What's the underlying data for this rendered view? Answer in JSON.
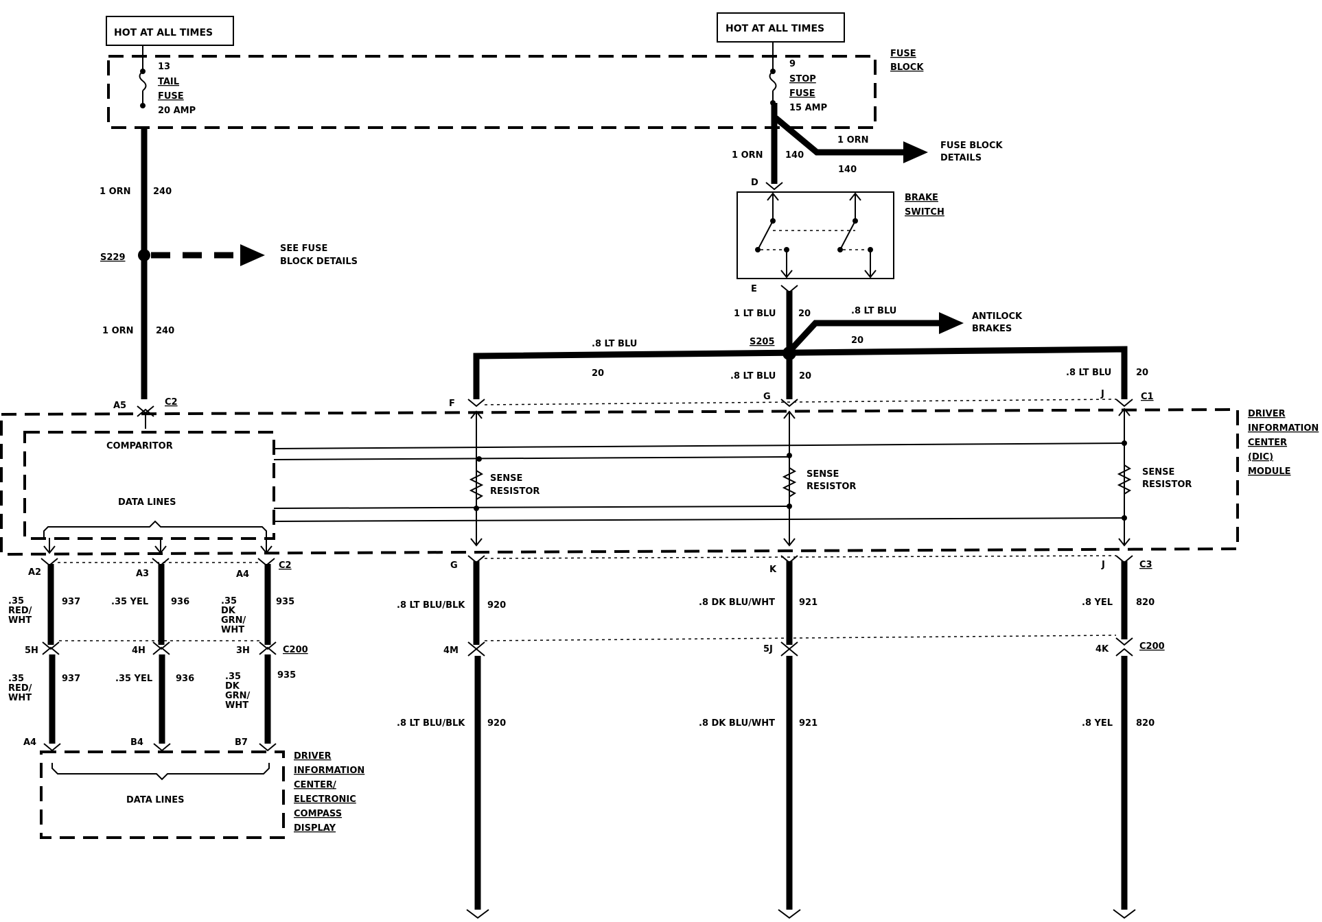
{
  "hot_left": "HOT AT ALL TIMES",
  "hot_right": "HOT AT ALL TIMES",
  "fuse_block": [
    "FUSE",
    "BLOCK"
  ],
  "tail_fuse": {
    "num": "13",
    "name1": "TAIL",
    "name2": "FUSE",
    "amp": "20 AMP"
  },
  "stop_fuse": {
    "num": "9",
    "name1": "STOP",
    "name2": "FUSE",
    "amp": "15 AMP"
  },
  "wire_left": {
    "color1": "1 ORN",
    "circuit1": "240",
    "splice": "S229",
    "color2": "1 ORN",
    "circuit2": "240"
  },
  "see_fuse": [
    "SEE FUSE",
    "BLOCK DETAILS"
  ],
  "stop_wires": {
    "color": "1 ORN",
    "circuit": "140",
    "branch_color": "1 ORN",
    "branch_circuit": "140"
  },
  "fuse_block_details": [
    "FUSE BLOCK",
    "DETAILS"
  ],
  "brake_switch": [
    "BRAKE",
    "SWITCH"
  ],
  "brake_pins": {
    "top": "D",
    "bottom": "E"
  },
  "brake_out": {
    "color": "1 LT BLU",
    "circuit": "20",
    "splice": "S205"
  },
  "abs_branch": {
    "color": ".8 LT BLU",
    "circuit": "20",
    "label": [
      "ANTILOCK",
      "BRAKES"
    ]
  },
  "bus": {
    "left_color": ".8 LT BLU",
    "left_circuit": "20",
    "mid_color": ".8 LT BLU",
    "mid_circuit": "20",
    "right_color": ".8 LT BLU",
    "right_circuit": "20"
  },
  "c1_pins": {
    "f": "F",
    "g": "G",
    "j": "J",
    "conn": "C1"
  },
  "a5": {
    "pin": "A5",
    "conn": "C2"
  },
  "dic_module": [
    "DRIVER",
    "INFORMATION",
    "CENTER",
    "(DIC)",
    "MODULE"
  ],
  "comparitor": "COMPARITOR",
  "data_lines_top": "DATA LINES",
  "sense": [
    "SENSE",
    "RESISTOR"
  ],
  "data_pins": {
    "a2": "A2",
    "a3": "A3",
    "a4": "A4",
    "conn": "C2"
  },
  "data_wires": [
    {
      "color": [
        ".35",
        "RED/",
        "WHT"
      ],
      "circuit": "937"
    },
    {
      "color": [
        ".35 YEL"
      ],
      "circuit": "936"
    },
    {
      "color": [
        ".35",
        "DK",
        "GRN/",
        "WHT"
      ],
      "circuit": "935"
    }
  ],
  "c200_pins_left": {
    "p1": "5H",
    "p2": "4H",
    "p3": "3H",
    "conn": "C200"
  },
  "bottom_pins_left": {
    "p1": "A4",
    "p2": "B4",
    "p3": "B7"
  },
  "compass_display": [
    "DRIVER",
    "INFORMATION",
    "CENTER/",
    "ELECTRONIC",
    "COMPASS",
    "DISPLAY"
  ],
  "data_lines_bottom": "DATA LINES",
  "c3_pins": {
    "g": "G",
    "k": "K",
    "j": "J",
    "conn": "C3"
  },
  "out_wires": [
    {
      "color": ".8 LT BLU/BLK",
      "circuit": "920"
    },
    {
      "color": ".8 DK BLU/WHT",
      "circuit": "921"
    },
    {
      "color": ".8 YEL",
      "circuit": "820"
    }
  ],
  "c200_pins_right": {
    "p1": "4M",
    "p2": "5J",
    "p3": "4K",
    "conn": "C200"
  }
}
